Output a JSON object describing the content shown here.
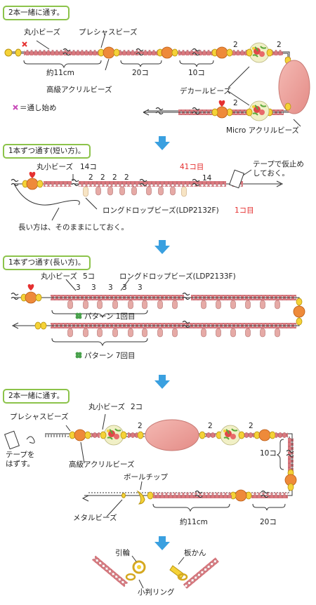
{
  "colors": {
    "beads": "#d9797f",
    "orange": "#ee8a3a",
    "gold": "#f5d237",
    "cream": "#f7dfb4",
    "frame_green": "#8cc34a",
    "arrow_blue": "#3aa0e0",
    "accent_red": "#e53030"
  },
  "step1": {
    "title": "2本一緒に通す。",
    "maru_kobeads": "丸小ビーズ",
    "precious": "プレシャスビーズ",
    "count_11cm": "約11cm",
    "count_20": "20コ",
    "count_10": "10コ",
    "kokyu_acryl": "高級アクリルビーズ",
    "decal": "デカールビーズ",
    "micro_acryl": "Micro アクリルビーズ",
    "start_note": "＝通し始め",
    "num_2a": "2",
    "num_2b": "2",
    "num_2c": "2"
  },
  "step2": {
    "title": "1本ずつ通す(短い方)。",
    "maru_kobeads": "丸小ビーズ",
    "count_14": "14コ",
    "count_41": "41コ目",
    "tape_note_line1": "テープで仮止め",
    "tape_note_line2": "しておく。",
    "nums": [
      "2",
      "2",
      "2",
      "2"
    ],
    "num_14": "14",
    "long_drop": "ロングドロップビーズ(LDP2132F)",
    "first": "1コ目",
    "long_side": "長い方は、そのままにしておく。"
  },
  "step3": {
    "title": "1本ずつ通す(長い方)。",
    "maru_kobeads": "丸小ビーズ",
    "count_5": "5コ",
    "long_drop": "ロングドロップビーズ(LDP2133F)",
    "nums": [
      "3",
      "3",
      "3",
      "3",
      "3"
    ],
    "pattern1": "パターン 1回目",
    "pattern7": "パターン 7回目"
  },
  "step4": {
    "title": "2本一緒に通す。",
    "precious": "プレシャスビーズ",
    "maru_kobeads": "丸小ビーズ",
    "count_2": "2コ",
    "tape_remove_line1": "テープを",
    "tape_remove_line2": "はずす。",
    "kokyu_acryl": "高級アクリルビーズ",
    "ball_chip": "ボールチップ",
    "metal": "メタルビーズ",
    "count_11cm": "約11cm",
    "count_20": "20コ",
    "count_10": "10コ",
    "num_2a": "2",
    "num_2b": "2",
    "num_2c": "2"
  },
  "final": {
    "hikiwa": "引輪",
    "itakan": "板かん",
    "kohan_ring": "小判リング"
  }
}
